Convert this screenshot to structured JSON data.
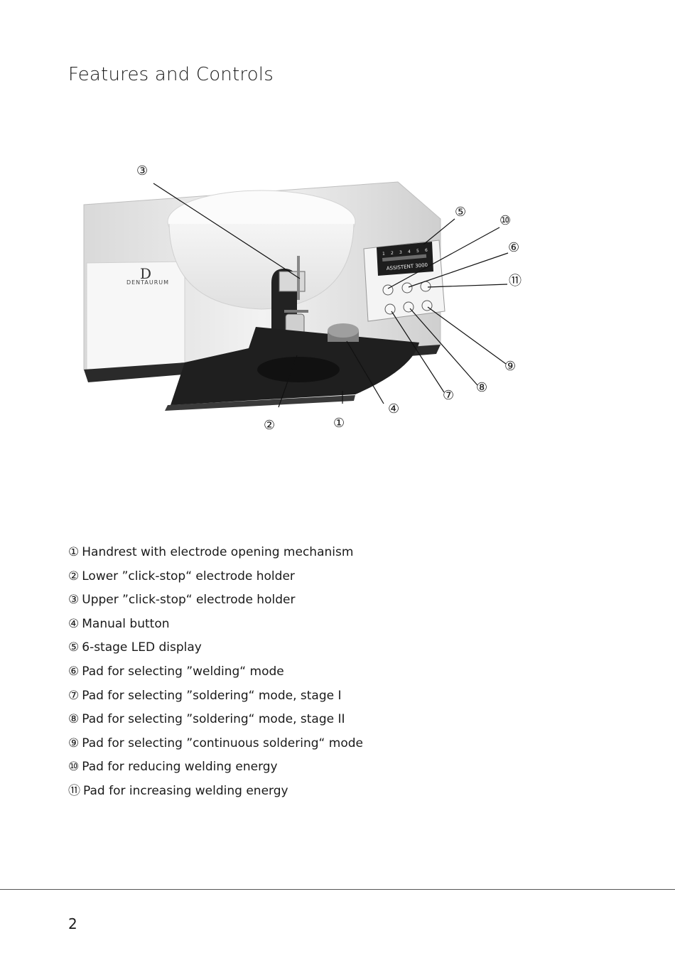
{
  "page": {
    "title": "Features and Controls",
    "page_number": "2"
  },
  "figure": {
    "brand_text": "DENTAURUM",
    "brand_logo_letter": "D",
    "model_label": "ASSISTENT 3000",
    "led_numbers": [
      "1",
      "2",
      "3",
      "4",
      "5",
      "6"
    ],
    "callouts": [
      "①",
      "②",
      "③",
      "④",
      "⑤",
      "⑥",
      "⑦",
      "⑧",
      "⑨",
      "⑩",
      "⑪"
    ]
  },
  "legend": [
    {
      "num": "①",
      "text": "Handrest with electrode opening mechanism"
    },
    {
      "num": "②",
      "text": "Lower ”click-stop“ electrode holder"
    },
    {
      "num": "③",
      "text": "Upper ”click-stop“ electrode holder"
    },
    {
      "num": "④",
      "text": "Manual button"
    },
    {
      "num": "⑤",
      "text": "6-stage LED display"
    },
    {
      "num": "⑥",
      "text": "Pad for selecting ”welding“ mode"
    },
    {
      "num": "⑦",
      "text": "Pad for selecting ”soldering“ mode, stage I"
    },
    {
      "num": "⑧",
      "text": "Pad for selecting ”soldering“ mode, stage II"
    },
    {
      "num": "⑨",
      "text": "Pad for selecting ”continuous soldering“ mode"
    },
    {
      "num": "⑩",
      "text": "Pad for reducing welding energy"
    },
    {
      "num": "⑪",
      "text": "Pad for increasing welding energy"
    }
  ]
}
